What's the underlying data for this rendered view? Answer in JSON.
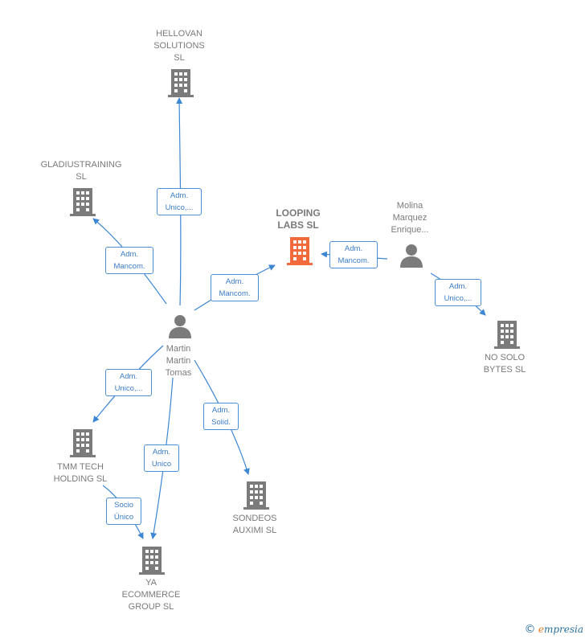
{
  "colors": {
    "edge": "#3d86d4",
    "building_gray": "#7b7b7b",
    "building_focus": "#f26a3b",
    "person": "#7b7b7b"
  },
  "nodes": {
    "hellovan": {
      "label": "HELLOVAN\nSOLUTIONS\nSL",
      "icon": "building-icon"
    },
    "gladius": {
      "label": "GLADIUSTRAINING\nSL",
      "icon": "building-icon"
    },
    "looping": {
      "label": "LOOPING\nLABS  SL",
      "icon": "building-icon"
    },
    "molina": {
      "label": "Molina\nMarquez\nEnrique...",
      "icon": "person-icon"
    },
    "martin": {
      "label": "Martin\nMartin\nTomas",
      "icon": "person-icon"
    },
    "nosolo": {
      "label": "NO SOLO\nBYTES  SL",
      "icon": "building-icon"
    },
    "tmm": {
      "label": "TMM TECH\nHOLDING  SL",
      "icon": "building-icon"
    },
    "sondeos": {
      "label": "SONDEOS\nAUXIMI  SL",
      "icon": "building-icon"
    },
    "ya": {
      "label": "YA\nECOMMERCE\nGROUP  SL",
      "icon": "building-icon"
    }
  },
  "edges": {
    "martin_hellovan": "Adm.\nUnico,...",
    "martin_gladius": "Adm.\nMancom.",
    "martin_looping": "Adm.\nMancom.",
    "molina_looping": "Adm.\nMancom.",
    "molina_nosolo": "Adm.\nUnico,...",
    "martin_tmm": "Adm.\nUnico,...",
    "martin_ya": "Adm.\nUnico",
    "martin_sondeos": "Adm.\nSolid.",
    "tmm_ya": "Socio\nÚnico"
  },
  "footer": {
    "copyright": "©",
    "brand_initial": "e",
    "brand_rest": "mpresia"
  }
}
